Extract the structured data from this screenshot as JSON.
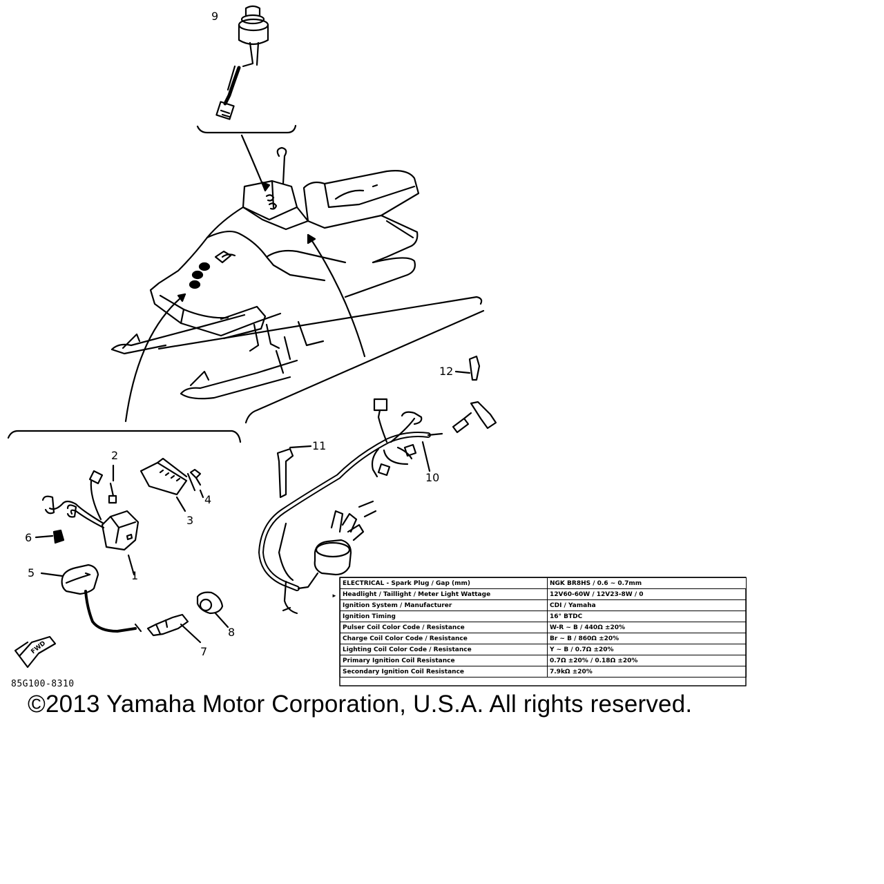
{
  "callouts": {
    "c1": "1",
    "c2": "2",
    "c3": "3",
    "c4": "4",
    "c5": "5",
    "c6": "6",
    "c7": "7",
    "c8": "8",
    "c9": "9",
    "c10": "10",
    "c11": "11",
    "c12": "12"
  },
  "fwd_label": "FWD",
  "drawing_code": "85G100-8310",
  "copyright": "©2013 Yamaha Motor Corporation, U.S.A. All rights reserved.",
  "row_marker": "►",
  "spec_table": {
    "rows": [
      {
        "item": "ELECTRICAL - Spark Plug / Gap (mm)",
        "value": "NGK BR8HS / 0.6 ~ 0.7mm"
      },
      {
        "item": "Headlight / Taillight / Meter Light Wattage",
        "value": "12V60-60W / 12V23-8W / 0"
      },
      {
        "item": "Ignition System / Manufacturer",
        "value": "CDI / Yamaha"
      },
      {
        "item": "Ignition Timing",
        "value": "16° BTDC"
      },
      {
        "item": "Pulser Coil Color Code / Resistance",
        "value": "W-R ~ B / 440Ω ±20%"
      },
      {
        "item": "Charge Coil Color Code / Resistance",
        "value": "Br ~ B / 860Ω ±20%"
      },
      {
        "item": "Lighting Coil Color Code / Resistance",
        "value": "Y ~ B / 0.7Ω ±20%"
      },
      {
        "item": "Primary Ignition Coil Resistance",
        "value": "0.7Ω ±20% / 0.18Ω ±20%"
      },
      {
        "item": "Secondary Ignition Coil Resistance",
        "value": "7.9kΩ ±20%"
      }
    ]
  }
}
